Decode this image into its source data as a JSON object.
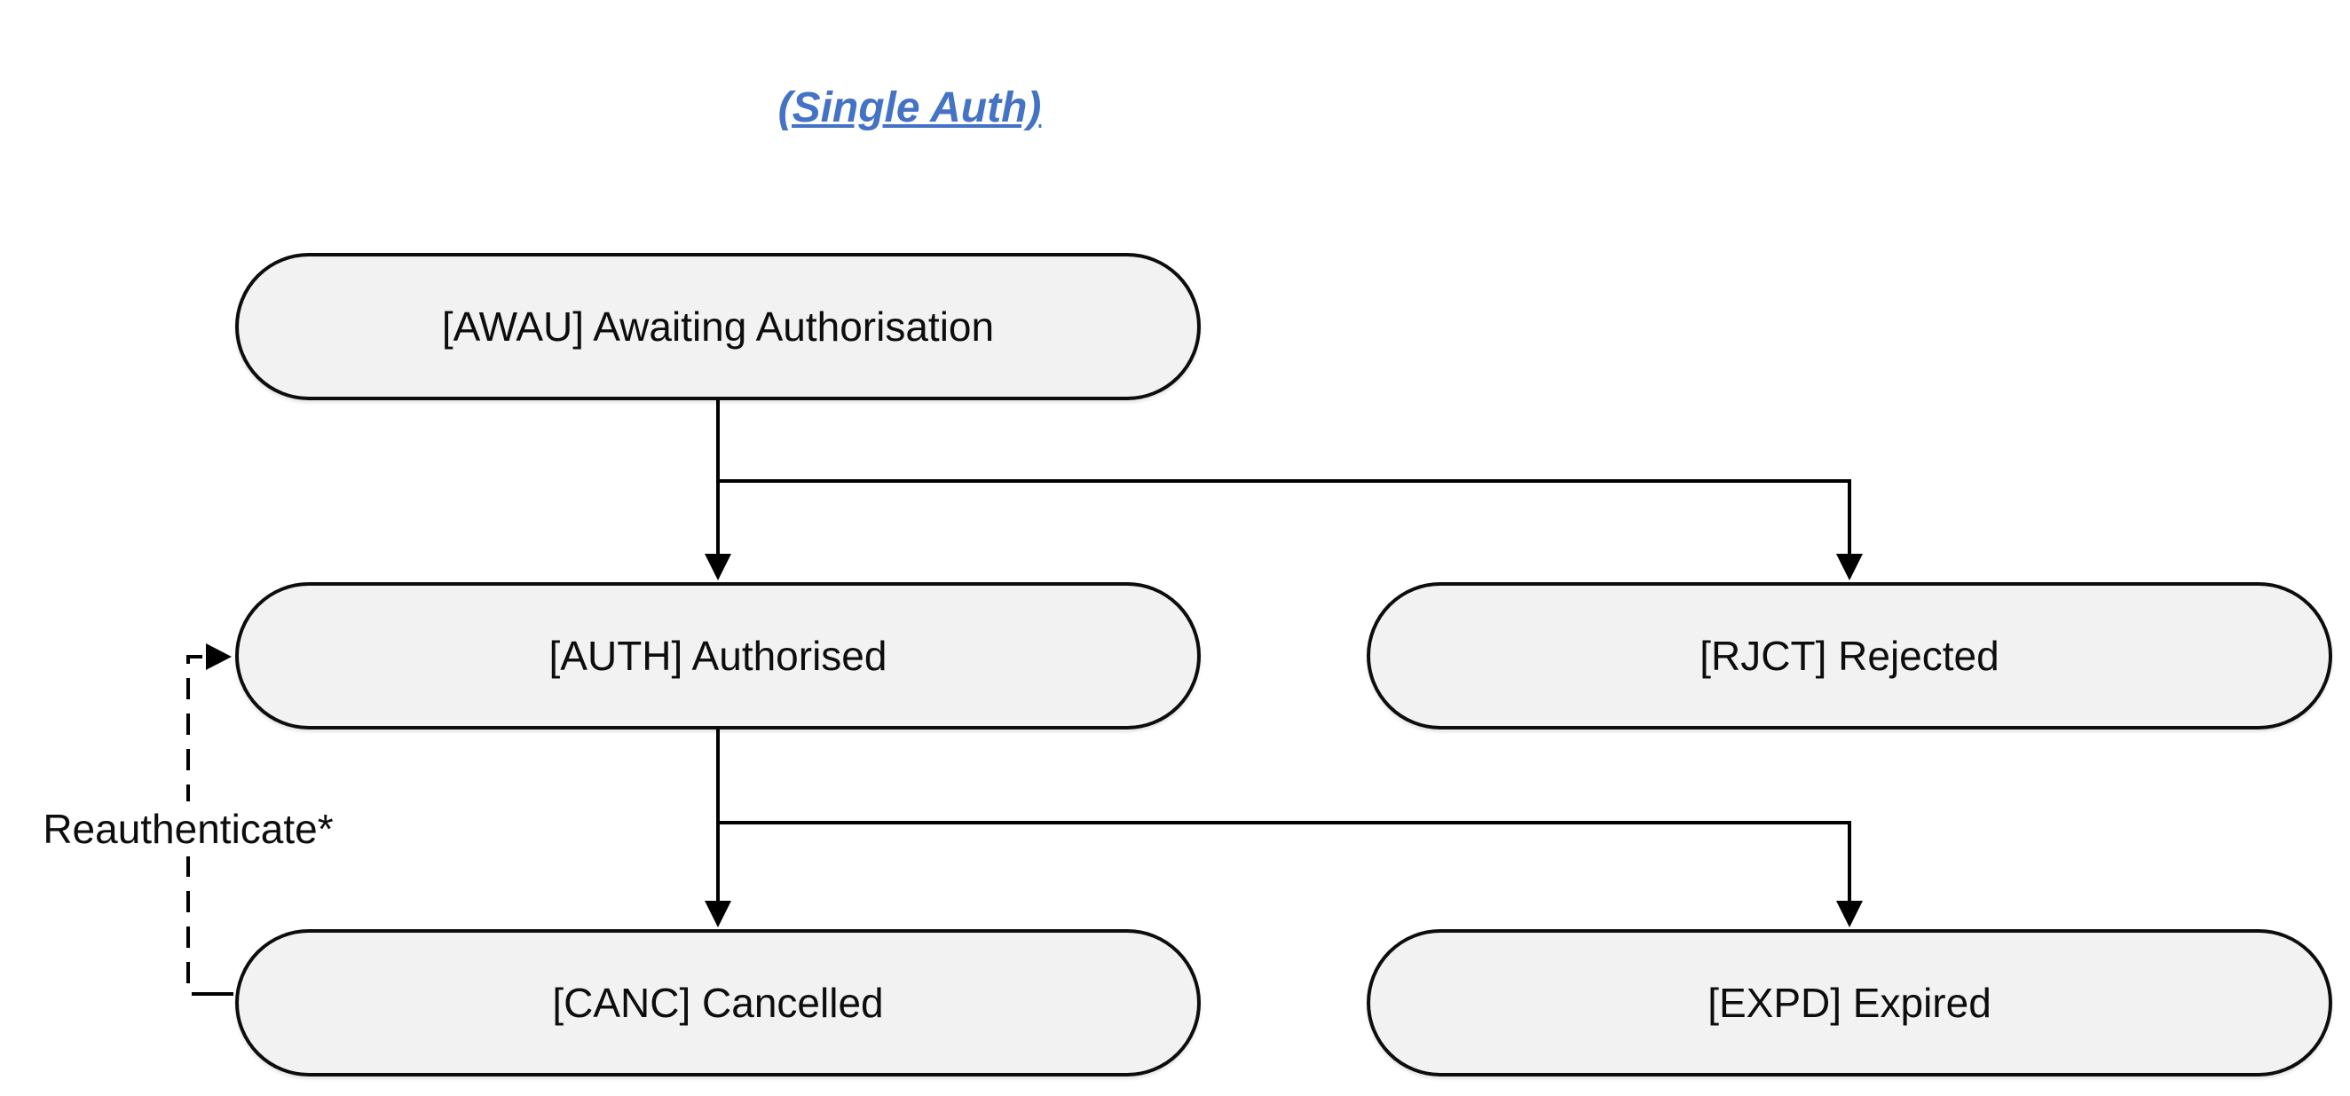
{
  "theme": {
    "accent": "#4472C4",
    "node-fill": "#F2F2F2",
    "node-border": "#0D0D0D",
    "line": "#000000",
    "text": "#0D0D0D"
  },
  "diagram": {
    "title": "(Single Auth)",
    "nodes": [
      {
        "id": "AWAU",
        "label": "[AWAU] Awaiting Authorisation"
      },
      {
        "id": "AUTH",
        "label": "[AUTH] Authorised"
      },
      {
        "id": "RJCT",
        "label": "[RJCT] Rejected"
      },
      {
        "id": "CANC",
        "label": "[CANC] Cancelled"
      },
      {
        "id": "EXPD",
        "label": "[EXPD] Expired"
      }
    ],
    "edges": [
      {
        "from": "AWAU",
        "to": "AUTH",
        "style": "solid",
        "label": ""
      },
      {
        "from": "AWAU",
        "to": "RJCT",
        "style": "solid",
        "label": ""
      },
      {
        "from": "AUTH",
        "to": "CANC",
        "style": "solid",
        "label": ""
      },
      {
        "from": "AUTH",
        "to": "EXPD",
        "style": "solid",
        "label": ""
      },
      {
        "from": "CANC",
        "to": "AUTH",
        "style": "dashed",
        "label": "Reauthenticate*"
      }
    ]
  }
}
